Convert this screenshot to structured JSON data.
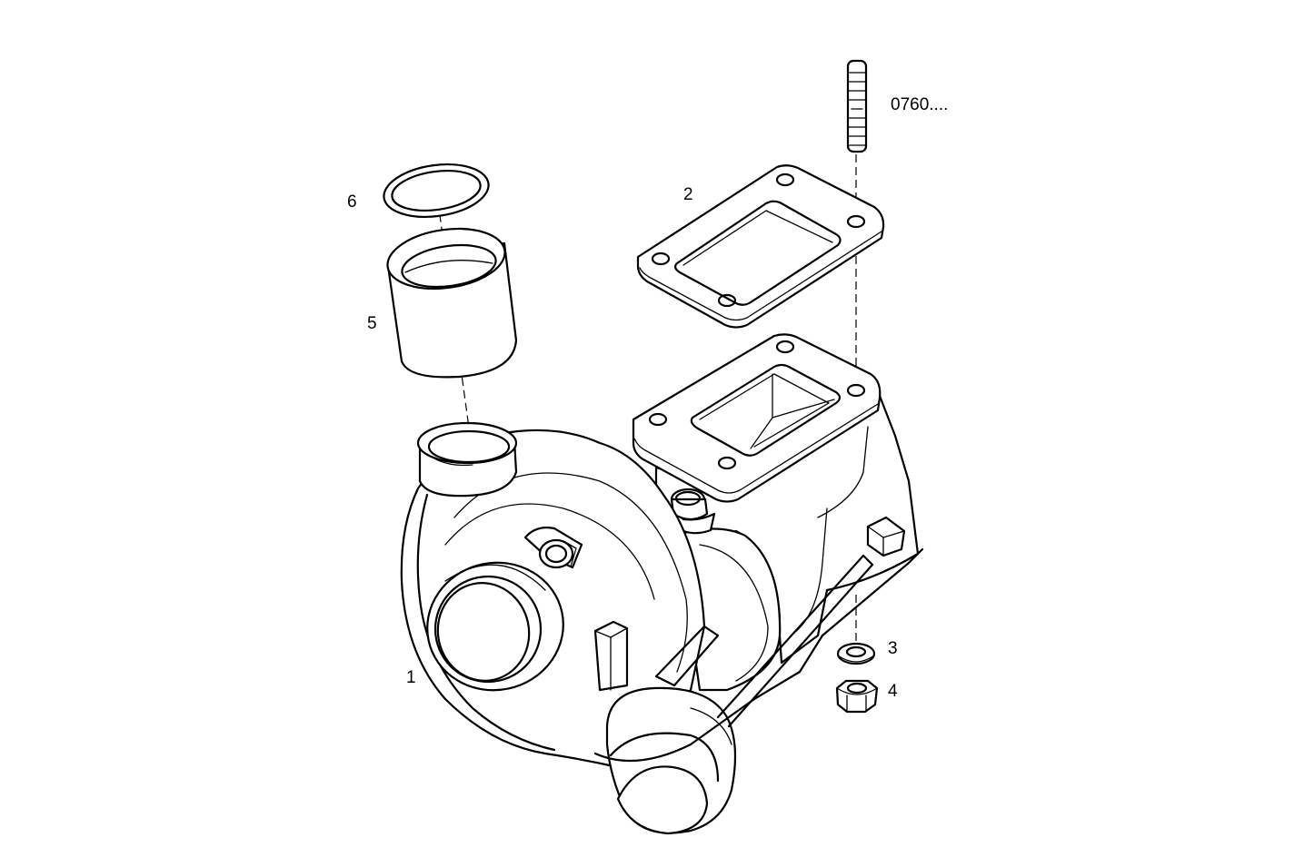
{
  "diagram": {
    "callouts": {
      "part_number": "0760....",
      "c1": "1",
      "c2": "2",
      "c3": "3",
      "c4": "4",
      "c5": "5",
      "c6": "6"
    }
  }
}
